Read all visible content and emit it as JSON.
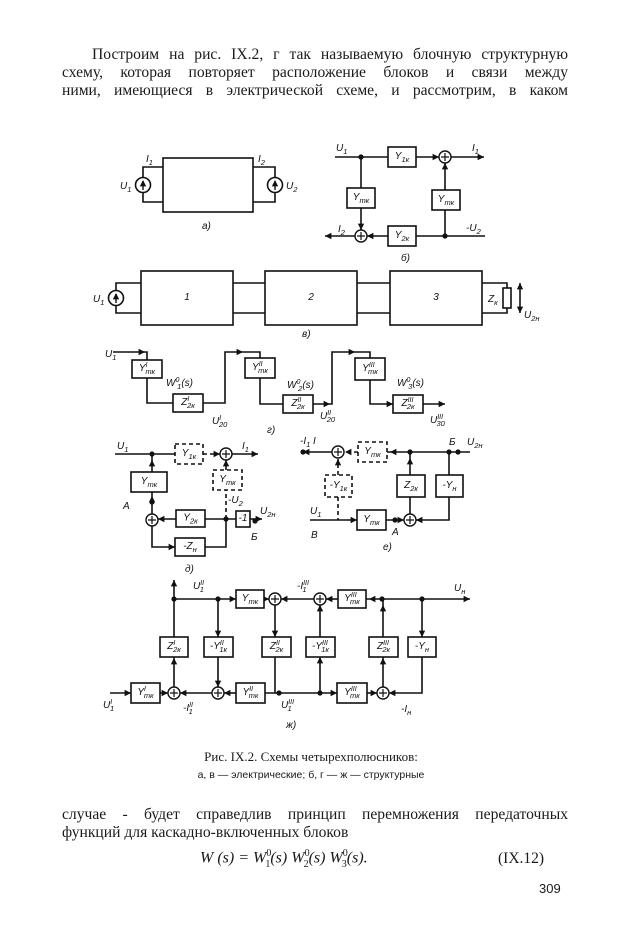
{
  "body_top": [
    "Построим на рис. IX.2, г так называемую блочную структурную",
    "схему, которая повторяет расположение блоков и связи между",
    "ними, имеющиеся в электрической схеме, и рассмотрим, в каком"
  ],
  "caption": {
    "title": "Рис. IX.2. Схемы четырехполюсников:",
    "subtitle": "а, в — электрические; б, г — ж — структурные"
  },
  "body_bottom": [
    "случае - будет справедлив принцип перемножения передаточных",
    "функций для каскадно-включенных блоков"
  ],
  "equation": {
    "lhs": "W (s) = ",
    "t1": "W",
    "t1_sub": "1",
    "t1_sup": "0",
    "t1_arg": "(s) ",
    "t2": "W",
    "t2_sub": "2",
    "t2_sup": "0",
    "t2_arg": "(s) ",
    "t3": "W",
    "t3_sub": "3",
    "t3_sup": "0",
    "t3_arg": "(s).",
    "number": "(IX.12)"
  },
  "page_number": "309",
  "figure": {
    "labels": {
      "a_I1": {
        "t": "I",
        "sub": "1"
      },
      "a_I2": {
        "t": "I",
        "sub": "2"
      },
      "a_U1": {
        "t": "U",
        "sub": "1"
      },
      "a_U2": {
        "t": "U",
        "sub": "2"
      },
      "a_tag": {
        "t": "а)"
      },
      "b_U1": {
        "t": "U",
        "sub": "1"
      },
      "b_I1": {
        "t": "I",
        "sub": "1"
      },
      "b_I2": {
        "t": "I",
        "sub": "2"
      },
      "b_mU2": {
        "t": "-U",
        "sub": "2"
      },
      "b_Y1k": {
        "t": "Y",
        "sub": "1к"
      },
      "b_Ymk1": {
        "t": "Y",
        "sub": "mк"
      },
      "b_Ymk2": {
        "t": "Y",
        "sub": "mк"
      },
      "b_Y2k": {
        "t": "Y",
        "sub": "2к"
      },
      "b_tag": {
        "t": "б)"
      },
      "v_1": {
        "t": "1"
      },
      "v_2": {
        "t": "2"
      },
      "v_3": {
        "t": "3"
      },
      "v_U1": {
        "t": "U",
        "sub": "1"
      },
      "v_Zk": {
        "t": "Z",
        "sub": "к"
      },
      "v_U2n": {
        "t": "U",
        "sub": "2н"
      },
      "v_tag": {
        "t": "в)"
      },
      "g_U1": {
        "t": "U",
        "sub": "1"
      },
      "g_Y1": {
        "t": "Y",
        "sup": "I",
        "sub": "mк"
      },
      "g_Z1": {
        "t": "Z",
        "sup": "I",
        "sub": "2к"
      },
      "g_Y2": {
        "t": "Y",
        "sup": "II",
        "sub": "mк"
      },
      "g_Z2": {
        "t": "Z",
        "sup": "II",
        "sub": "2к"
      },
      "g_Y3": {
        "t": "Y",
        "sup": "III",
        "sub": "mк"
      },
      "g_Z3": {
        "t": "Z",
        "sup": "III",
        "sub": "2к"
      },
      "g_W1": {
        "t": "W",
        "sup": "0",
        "sub": "1",
        "tail": "(s)"
      },
      "g_W2": {
        "t": "W",
        "sup": "0",
        "sub": "2",
        "tail": "(s)"
      },
      "g_W3": {
        "t": "W",
        "sup": "0",
        "sub": "3",
        "tail": "(s)"
      },
      "g_U20a": {
        "t": "U",
        "sup": "I",
        "sub": "20"
      },
      "g_U20b": {
        "t": "U",
        "sup": "II",
        "sub": "20"
      },
      "g_U30": {
        "t": "U",
        "sup": "III",
        "sub": "30"
      },
      "g_tag": {
        "t": "г)"
      },
      "d_U1": {
        "t": "U",
        "sub": "1"
      },
      "d_I1": {
        "t": "I",
        "sub": "1"
      },
      "d_Y1k": {
        "t": "Y",
        "sub": "1к"
      },
      "d_Ymk1": {
        "t": "Y",
        "sub": "mк"
      },
      "d_Ymk2": {
        "t": "Y",
        "sub": "mк"
      },
      "d_Y2k": {
        "t": "Y",
        "sub": "2к"
      },
      "d_m1": {
        "t": "-1"
      },
      "d_mZn": {
        "t": "-Z",
        "sub": "н"
      },
      "d_A": {
        "t": "A"
      },
      "d_mU2": {
        "t": "-U",
        "sub": "2"
      },
      "d_U2n": {
        "t": "U",
        "sub": "2н"
      },
      "d_B": {
        "t": "Б"
      },
      "d_tag": {
        "t": "д)"
      },
      "e_mI1": {
        "t": "-I",
        "sub": "1",
        "tail": " I"
      },
      "e_Ymk": {
        "t": "Y",
        "sub": "mк"
      },
      "e_mY1k": {
        "t": "-Y",
        "sub": "1к"
      },
      "e_Z2k": {
        "t": "Z",
        "sub": "2к"
      },
      "e_mYn": {
        "t": "-Y",
        "sub": "н"
      },
      "e_Ymk2": {
        "t": "Y",
        "sub": "mк"
      },
      "e_B": {
        "t": "Б"
      },
      "e_U2n": {
        "t": "U",
        "sub": "2н"
      },
      "e_U1": {
        "t": "U",
        "sub": "1"
      },
      "e_V": {
        "t": "В"
      },
      "e_A": {
        "t": "A"
      },
      "e_tag": {
        "t": "е)"
      },
      "zh_U1pp": {
        "t": "U",
        "sup": "II",
        "sub": "1"
      },
      "zh_Ymk": {
        "t": "Y",
        "sub": "mк"
      },
      "zh_mI1ppp": {
        "t": "-I",
        "sup": "III",
        "sub": "1"
      },
      "zh_Y3top": {
        "t": "Y",
        "sup": "III",
        "sub": "mк"
      },
      "zh_Un": {
        "t": "U",
        "sub": "н"
      },
      "zh_z1": {
        "t": "Z",
        "sup": "I",
        "sub": "2к"
      },
      "zh_y1": {
        "t": "-Y",
        "sup": "II",
        "sub": "1к"
      },
      "zh_z2": {
        "t": "Z",
        "sup": "II",
        "sub": "2к"
      },
      "zh_y2": {
        "t": "-Y",
        "sup": "III",
        "sub": "1к"
      },
      "zh_z3": {
        "t": "Z",
        "sup": "III",
        "sub": "2к"
      },
      "zh_yn": {
        "t": "-Y",
        "sub": "н"
      },
      "zh_Y1b": {
        "t": "Y",
        "sup": "I",
        "sub": "mк"
      },
      "zh_Y2b": {
        "t": "Y",
        "sup": "II",
        "sub": "mк"
      },
      "zh_Y3b": {
        "t": "Y",
        "sup": "III",
        "sub": "mк"
      },
      "zh_U1p": {
        "t": "U",
        "sup": "I",
        "sub": "1"
      },
      "zh_mI1pp": {
        "t": "-I",
        "sup": "II",
        "sub": "1"
      },
      "zh_U1ppp": {
        "t": "U",
        "sup": "III",
        "sub": "1"
      },
      "zh_mIn": {
        "t": "-I",
        "sub": "н"
      },
      "zh_tag": {
        "t": "ж)"
      }
    }
  }
}
